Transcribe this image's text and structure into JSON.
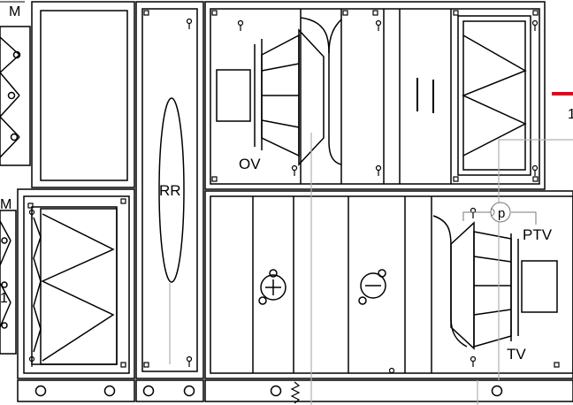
{
  "labels": {
    "fan_supply": "OV",
    "rotary_recuperator": "RR",
    "differential_pressure": "p",
    "fan_exhaust": "TV",
    "fan_exhaust_pressure": "PTV",
    "motor_top_left": "M",
    "motor_bottom_left": "M",
    "connector_right": "1",
    "connector_left": "1"
  },
  "colors": {
    "line": "#000000",
    "sensor_line": "#b0b0b0",
    "supply_pipe": "#e8001c"
  },
  "icons": [
    "damper-icon",
    "filter-icon",
    "fan-icon",
    "heater-icon",
    "cooler-icon",
    "rotary-heat-exchanger-icon",
    "silencer-icon",
    "pressure-sensor-icon",
    "spring-icon"
  ]
}
